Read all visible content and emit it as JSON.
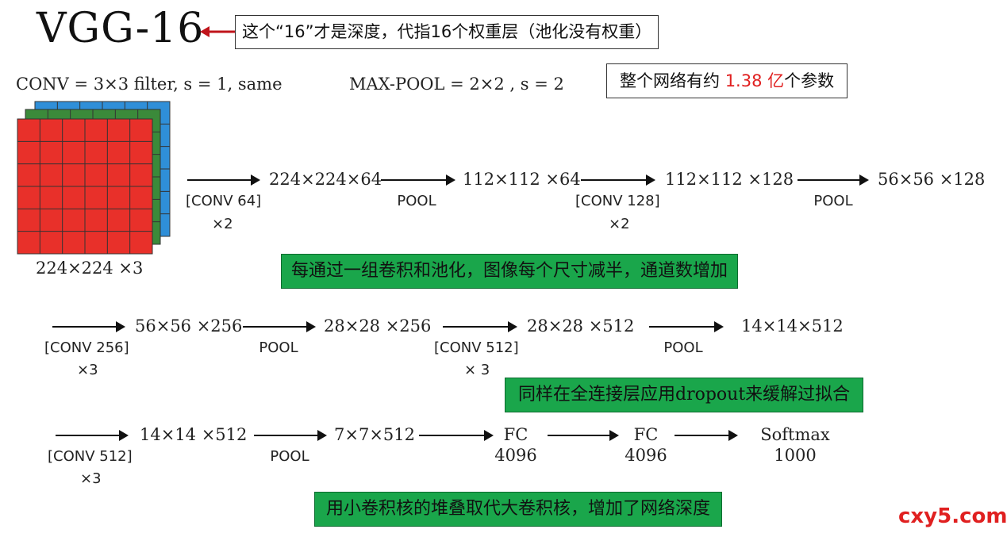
{
  "title": "VGG-16",
  "notes": {
    "depth": "这个“16”才是深度，代指16个权重层（池化没有权重）",
    "params_prefix": "整个网络有约 ",
    "params_value": "1.38 亿",
    "params_suffix": "个参数"
  },
  "formulas": {
    "conv": "CONV = 3×3 filter, s = 1, same",
    "pool": "MAX-POOL = 2×2 , s = 2"
  },
  "input": {
    "dim": "224×224 ×3",
    "colors": [
      "#e8302a",
      "#3b8a3a",
      "#2f8fd8"
    ]
  },
  "row1": {
    "dims": [
      "224×224×64",
      "112×112 ×64",
      "112×112 ×128",
      "56×56 ×128"
    ],
    "labels": [
      "[CONV 64]",
      "POOL",
      "[CONV 128]",
      "POOL"
    ],
    "repeats": [
      "×2",
      "×2"
    ]
  },
  "row2": {
    "dims": [
      "56×56 ×256",
      "28×28 ×256",
      "28×28 ×512",
      "14×14×512"
    ],
    "labels": [
      "[CONV 256]",
      "POOL",
      "[CONV 512]",
      "POOL"
    ],
    "repeats": [
      "×3",
      "× 3"
    ]
  },
  "row3": {
    "dims": [
      "14×14 ×512",
      "7×7×512"
    ],
    "fc": [
      {
        "name": "FC",
        "size": "4096"
      },
      {
        "name": "FC",
        "size": "4096"
      },
      {
        "name": "Softmax",
        "size": "1000"
      }
    ],
    "labels": [
      "[CONV 512]",
      "POOL"
    ],
    "repeats": [
      "×3"
    ]
  },
  "callouts": {
    "halve": "每通过一组卷积和池化，图像每个尺寸减半，通道数增加",
    "dropout": "同样在全连接层应用dropout来缓解过拟合",
    "small_kernels": "用小卷积核的堆叠取代大卷积核，增加了网络深度"
  },
  "watermark": "cxy5.com",
  "colors": {
    "accent_red": "#e02020",
    "callout_green": "#1aa64b"
  }
}
